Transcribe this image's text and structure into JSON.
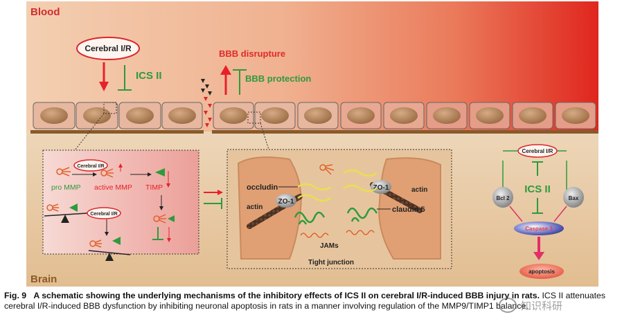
{
  "labels": {
    "blood": "Blood",
    "brain": "Brain",
    "cerebral_ir": "Cerebral I/R",
    "ics_ii": "ICS II",
    "bbb_disrupture": "BBB disrupture",
    "bbb_protection": "BBB protection",
    "pro_mmp": "pro MMP",
    "active_mmp": "active MMP",
    "timp": "TIMP",
    "occludin": "occludin",
    "actin": "actin",
    "zo1": "ZO-1",
    "claudin5": "claudin 5",
    "jams": "JAMs",
    "tight_junction": "Tight junction",
    "bcl2": "Bcl 2",
    "bax": "Bax",
    "caspase3": "Caspase 3",
    "apoptosis": "apoptosis"
  },
  "caption": {
    "prefix": "Fig. 9",
    "bold": "A schematic showing the underlying mechanisms of the inhibitory effects of ICS II on cerebral I/R-induced BBB injury in rats.",
    "body": "ICS II attenuates cerebral I/R-induced BBB dysfunction by inhibiting neuronal apoptosis in rats in a manner involving regulation of the MMP9/TIMP1 balance."
  },
  "watermark": "知识科研",
  "colors": {
    "blood_grad_start": "#f3c9a6",
    "blood_grad_end": "#e02a20",
    "brain_bg": "#e9c9a0",
    "inhibit_green": "#2e9a3c",
    "arrow_red": "#e8202a"
  }
}
